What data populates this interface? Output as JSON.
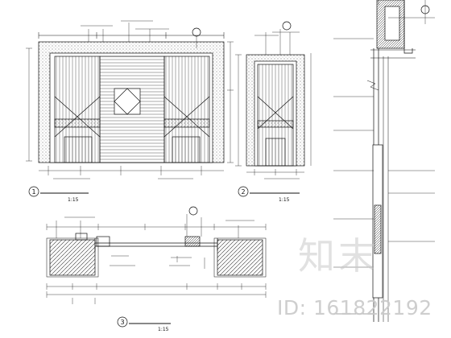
{
  "drawing": {
    "view_1": {
      "number": "1",
      "scale": "1:15"
    },
    "view_2": {
      "number": "2",
      "scale": "1:15"
    },
    "view_3": {
      "number": "3",
      "scale": "1:15"
    }
  },
  "watermark": {
    "logo": "知末",
    "id": "ID: 161822192"
  }
}
